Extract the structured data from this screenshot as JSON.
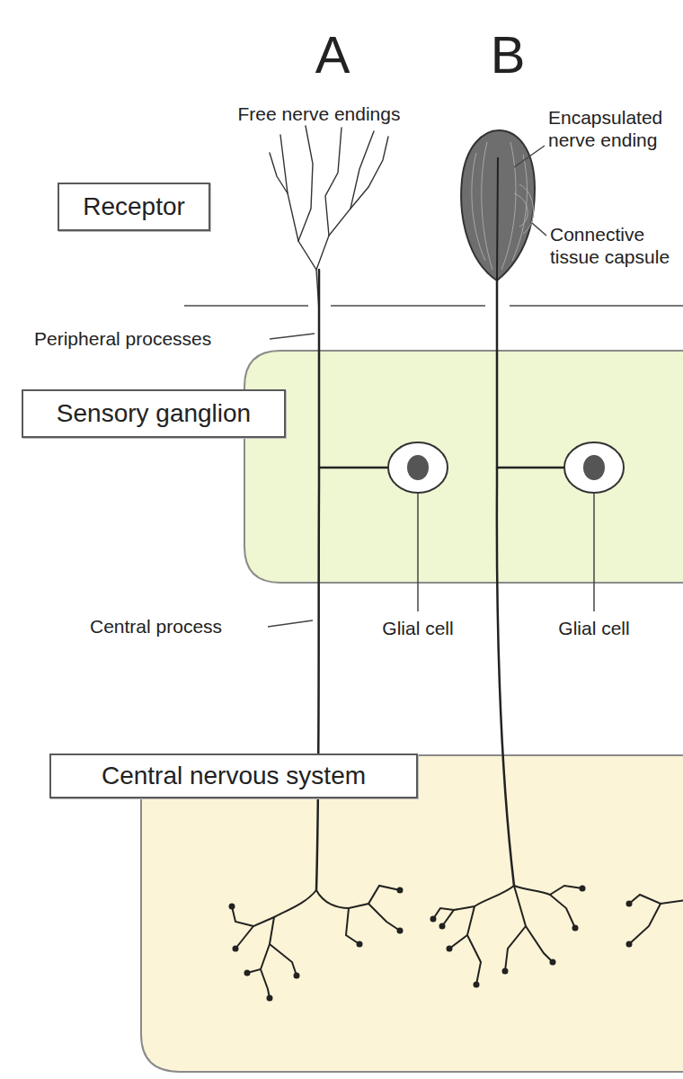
{
  "diagram": {
    "nodes": [
      {
        "text": [
          "Receptor"
        ]
      },
      {
        "text": [
          "Sensory ganglion"
        ]
      },
      {
        "text": [
          "Central nervous system"
        ]
      }
    ],
    "labels": [
      "A",
      "B",
      "Free nerve endings",
      "Encapsulated nerve ending",
      "Connective tissue capsule",
      "Peripheral processes",
      "Glial cell",
      "Central process",
      "Glial cell"
    ]
  }
}
